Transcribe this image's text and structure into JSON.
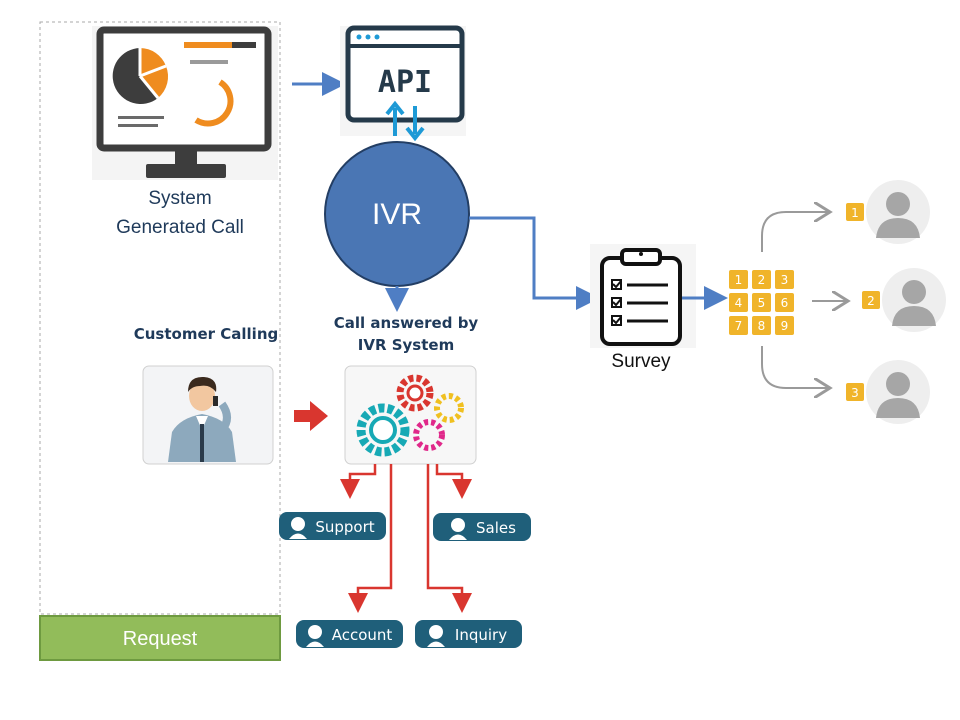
{
  "labels": {
    "system_generated_line1": "System",
    "system_generated_line2": "Generated Call",
    "api": "API",
    "ivr": "IVR",
    "customer_calling": "Customer Calling",
    "call_answered_line1": "Call answered by",
    "call_answered_line2": "IVR System",
    "survey": "Survey",
    "request": "Request"
  },
  "departments": {
    "support": "Support",
    "sales": "Sales",
    "account": "Account",
    "inquiry": "Inquiry"
  },
  "keypad_keys": [
    "1",
    "2",
    "3",
    "4",
    "5",
    "6",
    "7",
    "8",
    "9"
  ],
  "agent_badges": [
    "1",
    "2",
    "3"
  ],
  "colors": {
    "ivr_circle": "#4a76b4",
    "flow_arrow": "#4f7ec4",
    "api_arrow": "#1e9ad6",
    "dept_arrow": "#d9362f",
    "dept_button": "#1f5f7a",
    "keypad": "#f0b42a",
    "request_box": "#92bc5a",
    "monitor_accent": "#ef8c1f",
    "dark_text": "#1f3a5a"
  }
}
